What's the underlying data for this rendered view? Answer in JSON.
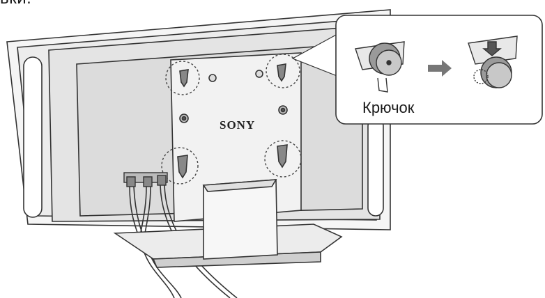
{
  "page": {
    "text_fragment": "вки."
  },
  "illustration": {
    "brand_label": "SONY",
    "callout_label": "Крючок"
  }
}
